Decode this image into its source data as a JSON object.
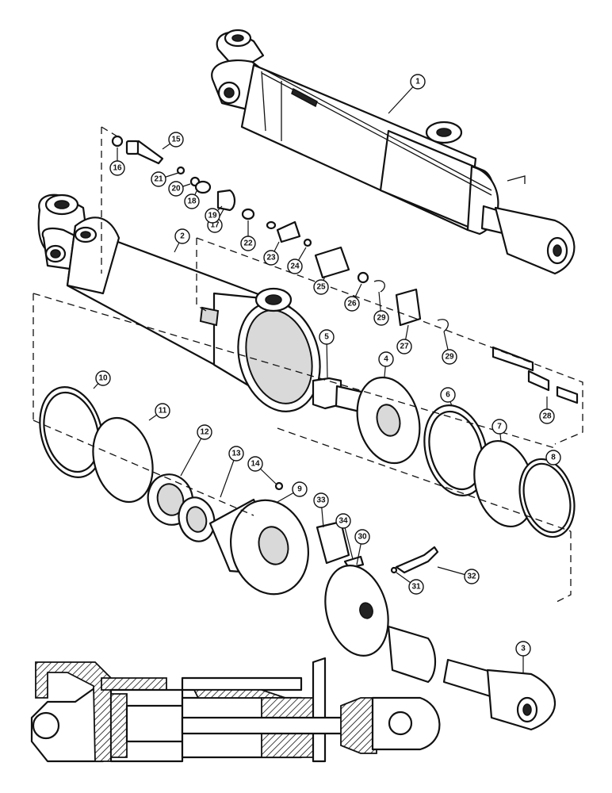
{
  "callouts": [
    {
      "id": "1",
      "label": "1"
    },
    {
      "id": "2",
      "label": "2"
    },
    {
      "id": "3",
      "label": "3"
    },
    {
      "id": "4",
      "label": "4"
    },
    {
      "id": "5",
      "label": "5"
    },
    {
      "id": "6",
      "label": "6"
    },
    {
      "id": "7",
      "label": "7"
    },
    {
      "id": "8",
      "label": "8"
    },
    {
      "id": "9",
      "label": "9"
    },
    {
      "id": "10",
      "label": "10"
    },
    {
      "id": "11",
      "label": "11"
    },
    {
      "id": "12",
      "label": "12"
    },
    {
      "id": "13",
      "label": "13"
    },
    {
      "id": "14",
      "label": "14"
    },
    {
      "id": "15",
      "label": "15"
    },
    {
      "id": "16",
      "label": "16"
    },
    {
      "id": "17",
      "label": "17"
    },
    {
      "id": "18",
      "label": "18"
    },
    {
      "id": "19",
      "label": "19"
    },
    {
      "id": "20",
      "label": "20"
    },
    {
      "id": "21",
      "label": "21"
    },
    {
      "id": "22",
      "label": "22"
    },
    {
      "id": "23",
      "label": "23"
    },
    {
      "id": "24",
      "label": "24"
    },
    {
      "id": "25",
      "label": "25"
    },
    {
      "id": "26",
      "label": "26"
    },
    {
      "id": "27",
      "label": "27"
    },
    {
      "id": "28",
      "label": "28"
    },
    {
      "id": "29a",
      "label": "29"
    },
    {
      "id": "29b",
      "label": "29"
    },
    {
      "id": "30",
      "label": "30"
    },
    {
      "id": "31",
      "label": "31"
    },
    {
      "id": "32",
      "label": "32"
    },
    {
      "id": "33",
      "label": "33"
    },
    {
      "id": "34",
      "label": "34"
    }
  ]
}
